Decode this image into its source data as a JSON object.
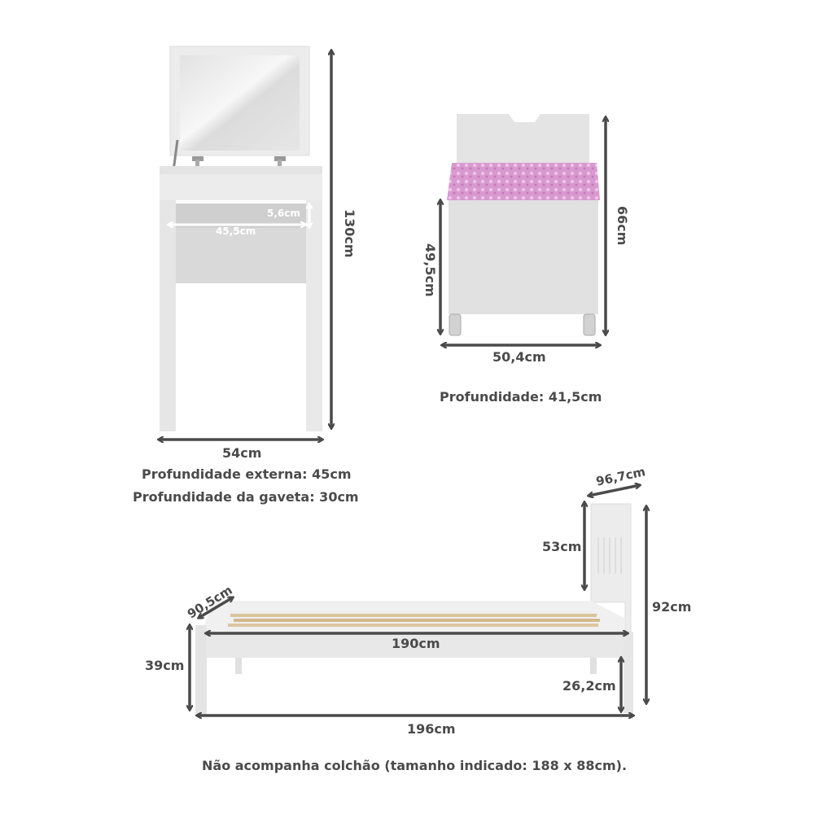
{
  "colors": {
    "dimension_line": "#4a4a4a",
    "furniture_white": "#ececec",
    "furniture_shadow": "#d6d6d6",
    "cushion_pink": "#d99ad0",
    "slat_wood": "#d9c39a",
    "text": "#4a4a4a"
  },
  "vanity": {
    "name": "penteadeira",
    "height_label": "130cm",
    "width_label": "54cm",
    "drawer_width_label": "45,5cm",
    "drawer_height_label": "5,6cm",
    "depth_external": "Profundidade externa: 45cm",
    "depth_drawer": "Profundidade da gaveta: 30cm"
  },
  "bench": {
    "name": "banco-bau",
    "height_total_label": "66cm",
    "seat_height_label": "49,5cm",
    "width_label": "50,4cm",
    "depth": "Profundidade: 41,5cm"
  },
  "bed": {
    "name": "cama",
    "headboard_width_label": "96,7cm",
    "headboard_height_label": "53cm",
    "total_height_label": "92cm",
    "frame_width_label": "90,5cm",
    "frame_height_label": "39cm",
    "inner_length_label": "190cm",
    "leg_height_label": "26,2cm",
    "total_length_label": "196cm"
  },
  "footnote": "Não acompanha colchão (tamanho indicado: 188 x 88cm)."
}
